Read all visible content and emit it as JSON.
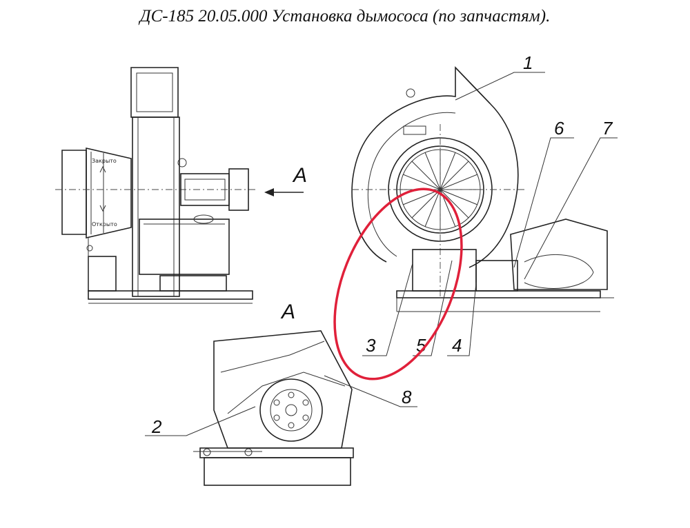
{
  "title": "ДС-185 20.05.000 Установка дымососа (по запчастям).",
  "view_labels": {
    "arrow_view": "А",
    "section_view": "А"
  },
  "damper_labels": {
    "closed": "Закрыто",
    "open": "Открыто"
  },
  "callouts": {
    "c1": "1",
    "c2": "2",
    "c3": "3",
    "c4": "4",
    "c5": "5",
    "c6": "6",
    "c7": "7",
    "c8": "8"
  },
  "colors": {
    "line": "#222222",
    "highlight": "#e0203a",
    "background": "#ffffff"
  }
}
